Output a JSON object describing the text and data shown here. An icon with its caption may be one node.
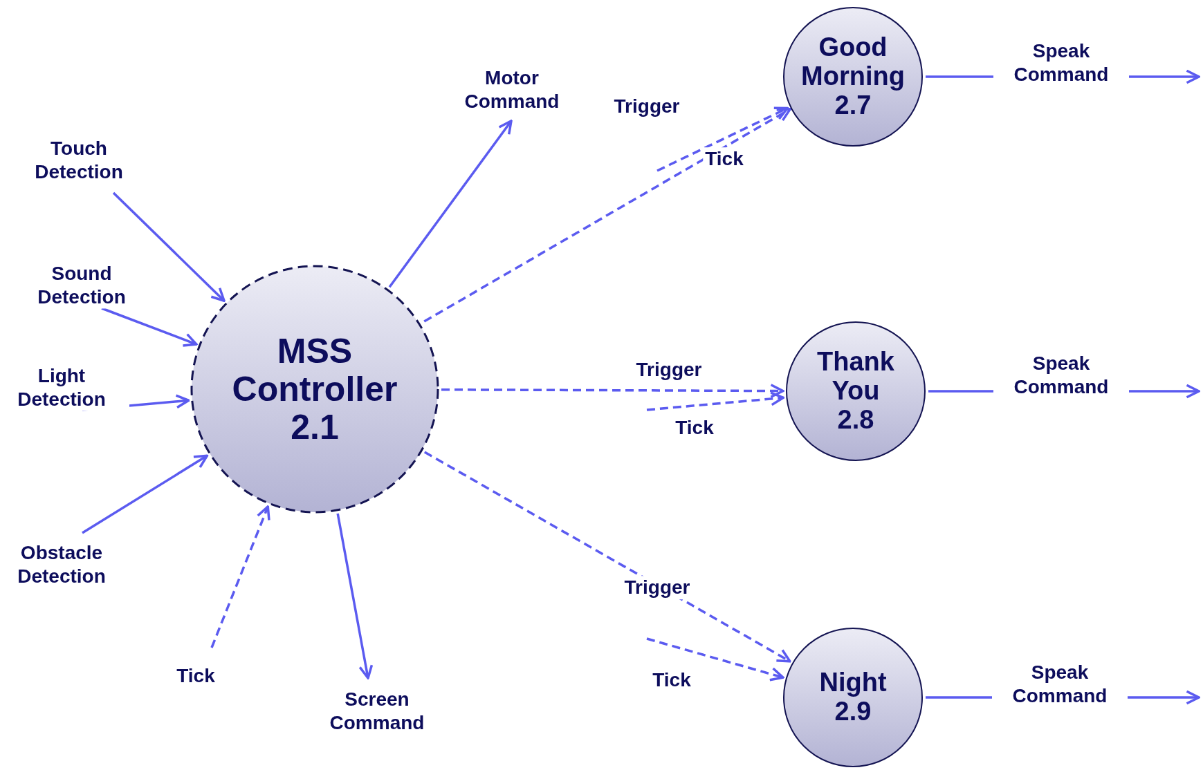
{
  "diagram": {
    "nodes": [
      {
        "text": [
          "MSS Controller",
          "2.1"
        ]
      },
      {
        "text": [
          "Good Morning",
          "2.7"
        ]
      },
      {
        "text": [
          "Thank You",
          "2.8"
        ]
      },
      {
        "text": [
          "Night",
          "2.9"
        ]
      }
    ],
    "edges": [
      {
        "from": null,
        "to": 0,
        "arrow": "to",
        "label": "Touch Detection"
      },
      {
        "from": null,
        "to": 0,
        "arrow": "to",
        "label": "Sound Detection"
      },
      {
        "from": null,
        "to": 0,
        "arrow": "to",
        "label": "Light Detection"
      },
      {
        "from": null,
        "to": 0,
        "arrow": "to",
        "label": "Obstacle Detection"
      },
      {
        "from": null,
        "to": 0,
        "arrow": "to",
        "label": "Tick",
        "style": "dashed"
      },
      {
        "from": 0,
        "to": null,
        "arrow": "to",
        "label": "Screen Command"
      },
      {
        "from": 0,
        "to": null,
        "arrow": "to",
        "label": "Motor Command"
      },
      {
        "from": 0,
        "to": 1,
        "arrow": "to",
        "label": "Trigger",
        "style": "dashed"
      },
      {
        "from": null,
        "to": 1,
        "arrow": "to",
        "label": "Tick",
        "style": "dashed"
      },
      {
        "from": 0,
        "to": 2,
        "arrow": "to",
        "label": "Trigger",
        "style": "dashed"
      },
      {
        "from": null,
        "to": 2,
        "arrow": "to",
        "label": "Tick",
        "style": "dashed"
      },
      {
        "from": 0,
        "to": 3,
        "arrow": "to",
        "label": "Trigger",
        "style": "dashed"
      },
      {
        "from": null,
        "to": 3,
        "arrow": "to",
        "label": "Tick",
        "style": "dashed"
      },
      {
        "from": 1,
        "to": null,
        "arrow": "to",
        "label": "Speak Command"
      },
      {
        "from": 2,
        "to": null,
        "arrow": "to",
        "label": "Speak Command"
      },
      {
        "from": 3,
        "to": null,
        "arrow": "to",
        "label": "Speak Command"
      }
    ]
  }
}
